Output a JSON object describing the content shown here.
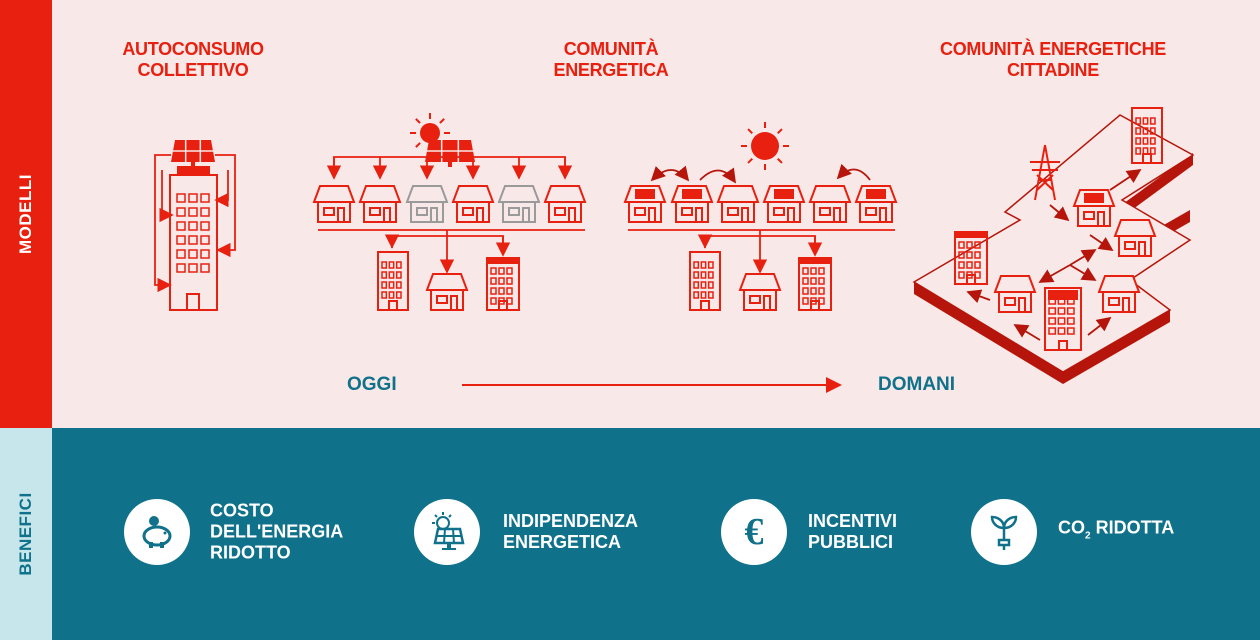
{
  "sidebar": {
    "top_label": "MODELLI",
    "bottom_label": "BENEFICI"
  },
  "models": [
    {
      "line1": "AUTOCONSUMO",
      "line2": "COLLETTIVO"
    },
    {
      "line1": "COMUNITÀ",
      "line2": "ENERGETICA"
    },
    {
      "line1": "COMUNITÀ ENERGETICHE",
      "line2": "CITTADINE"
    }
  ],
  "timeline": {
    "start": "OGGI",
    "end": "DOMANI"
  },
  "benefits": [
    {
      "icon": "piggy-bank-icon",
      "lines": [
        "COSTO",
        "DELL'ENERGIA",
        "RIDOTTO"
      ]
    },
    {
      "icon": "solar-panel-icon",
      "lines": [
        "INDIPENDENZA",
        "ENERGETICA"
      ]
    },
    {
      "icon": "euro-icon",
      "lines": [
        "INCENTIVI",
        "PUBBLICI"
      ],
      "symbol": "€"
    },
    {
      "icon": "plant-plug-icon",
      "lines": [
        "CO",
        "RIDOTTA"
      ],
      "subscript": "2"
    }
  ],
  "colors": {
    "red": "#e8200f",
    "dark_red": "#b5150a",
    "teal": "#10718a",
    "pink": "#f9e8e8",
    "light_teal": "#c6e6eb",
    "gray": "#9a9a9a"
  }
}
